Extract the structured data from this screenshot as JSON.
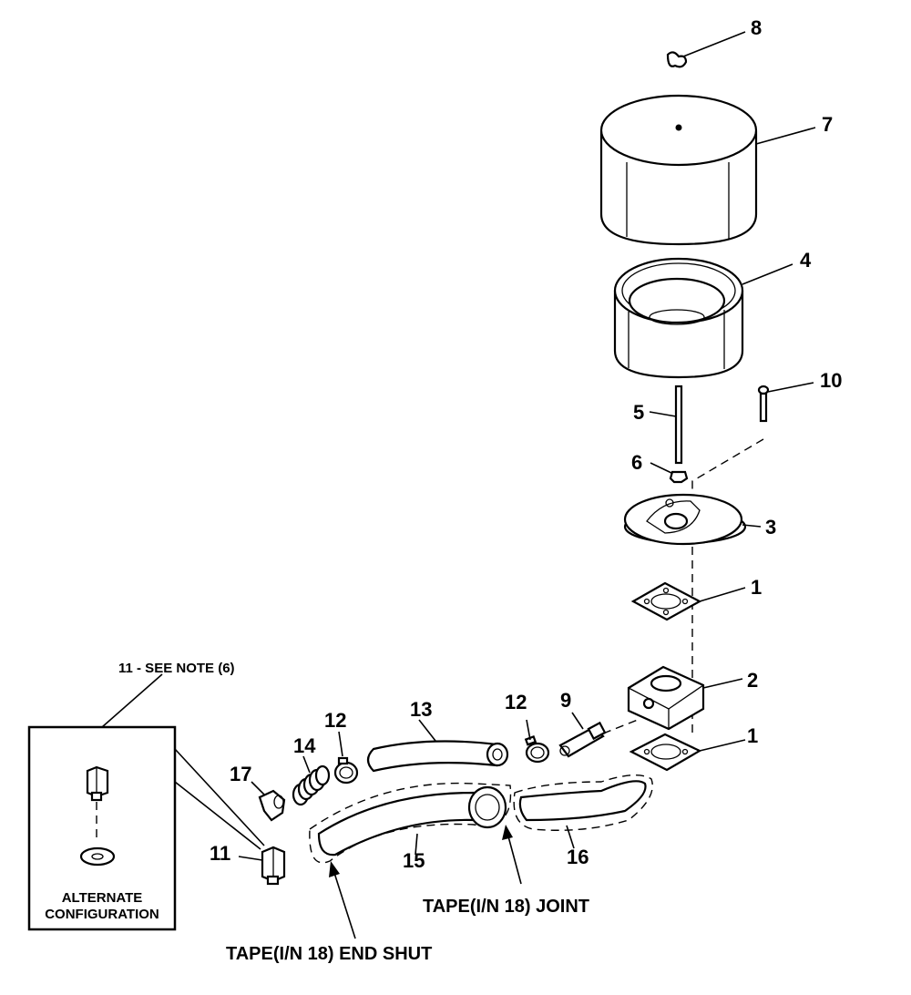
{
  "callouts": {
    "p1a": "1",
    "p1b": "1",
    "p2": "2",
    "p3": "3",
    "p4": "4",
    "p5": "5",
    "p6": "6",
    "p7": "7",
    "p8": "8",
    "p9": "9",
    "p10": "10",
    "p11": "11",
    "p12a": "12",
    "p12b": "12",
    "p13": "13",
    "p14": "14",
    "p15": "15",
    "p16": "16",
    "p17": "17"
  },
  "notes": {
    "see_note": "11 - SEE NOTE (6)",
    "alternate_line1": "ALTERNATE",
    "alternate_line2": "CONFIGURATION",
    "tape_joint": "TAPE(I/N 18) JOINT",
    "tape_end_shut": "TAPE(I/N 18) END SHUT"
  }
}
